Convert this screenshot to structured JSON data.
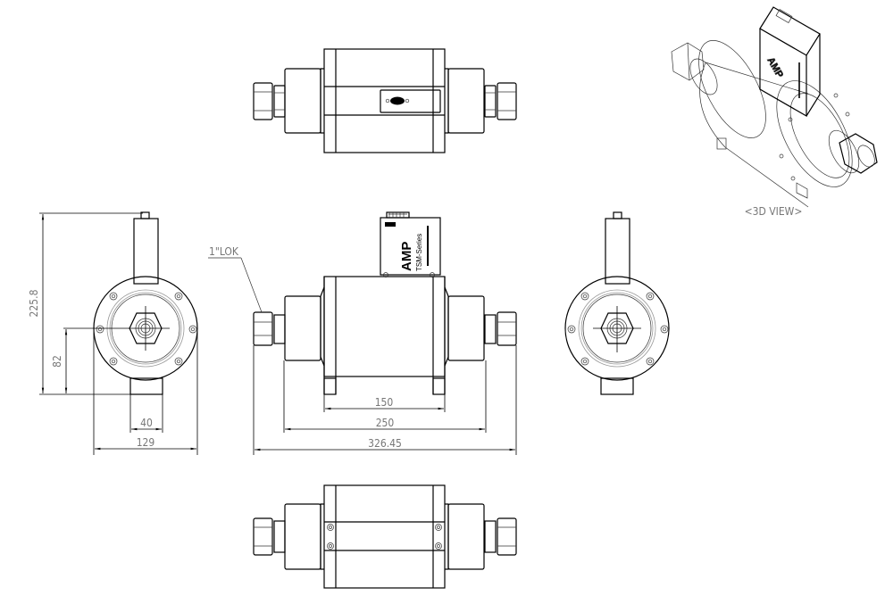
{
  "drawing": {
    "product_logo": "AMP",
    "product_series": "TSM-Series",
    "views": {
      "top_view": {
        "label": ""
      },
      "side_view_left": {
        "label": ""
      },
      "front_view": {
        "label": ""
      },
      "side_view_right": {
        "label": ""
      },
      "bottom_view": {
        "label": ""
      },
      "iso_view": {
        "label": "<3D VIEW>"
      }
    },
    "callouts": {
      "fitting": "1\"LOK"
    },
    "dimensions": {
      "overall_height": "225.8",
      "center_height": "82",
      "foot_width": "40",
      "flange_diameter": "129",
      "foot_spacing": "150",
      "body_length": "250",
      "overall_length": "326.45"
    },
    "colors": {
      "line": "#000000",
      "dimension_text": "#777777",
      "background": "#ffffff"
    }
  }
}
